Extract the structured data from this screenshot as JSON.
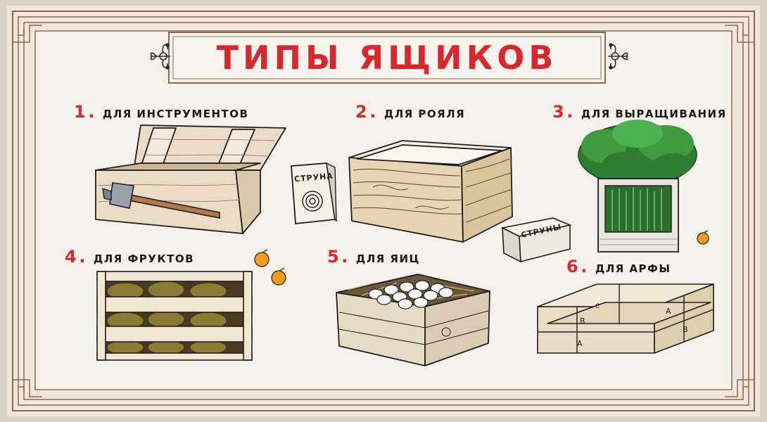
{
  "title": "ТИПЫ ЯЩИКОВ",
  "items": [
    {
      "number": "1",
      "label": "ДЛЯ ИНСТРУМЕНТОВ"
    },
    {
      "number": "2",
      "label": "ДЛЯ РОЯЛЯ"
    },
    {
      "number": "3",
      "label": "ДЛЯ ВЫРАЩИВАНИЯ"
    },
    {
      "number": "4",
      "label": "ДЛЯ ФРУКТОВ"
    },
    {
      "number": "5",
      "label": "ДЛЯ ЯИЦ"
    },
    {
      "number": "6",
      "label": "ДЛЯ АРФЫ"
    }
  ],
  "string_packet_label": "СТРУНА",
  "string_box_label": "СТРУНЫ",
  "harp_box_letters": {
    "a": "A",
    "b": "B",
    "c": "C"
  },
  "icons": [
    "ornament-icon",
    "hammer-icon",
    "string-coil-icon",
    "orange-icon",
    "egg-icon",
    "plant-icon"
  ],
  "colors": {
    "accent_red": "#d9272e",
    "frame_brown": "#8a6a4e",
    "paper": "#f4f1ec",
    "wood": "#e6d8be",
    "green": "#2e7d32",
    "orange": "#f39a1f"
  }
}
